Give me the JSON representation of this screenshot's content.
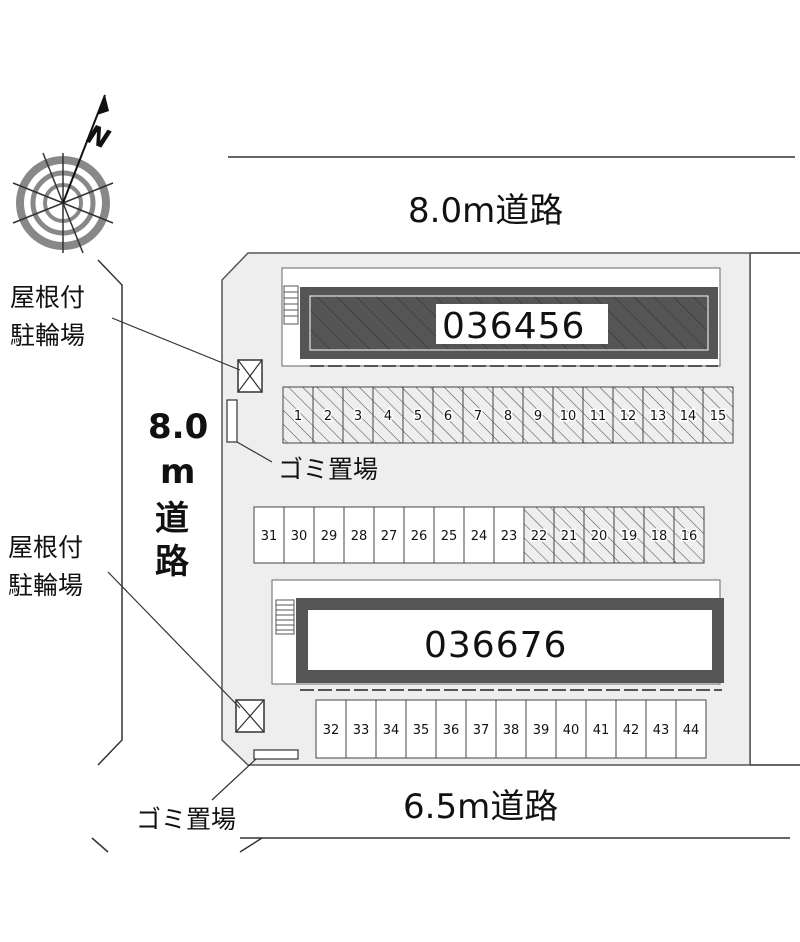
{
  "map": {
    "compass_label": "N",
    "roads": {
      "top": "8.0m道路",
      "bottom": "6.5m道路",
      "left_lines": [
        "8.0",
        "m",
        "道",
        "路"
      ]
    },
    "buildings": [
      {
        "id": "036456"
      },
      {
        "id": "036676"
      }
    ],
    "bike_parking_label_lines": [
      "屋根付",
      "駐輪場"
    ],
    "garbage_label": "ゴミ置場",
    "parking_rows": [
      {
        "spaces": [
          "1",
          "2",
          "3",
          "4",
          "5",
          "6",
          "7",
          "8",
          "9",
          "10",
          "11",
          "12",
          "13",
          "14",
          "15"
        ],
        "hatched": [
          "1",
          "2",
          "3",
          "4",
          "5",
          "6",
          "7",
          "8",
          "9",
          "10",
          "11",
          "12",
          "13",
          "14",
          "15"
        ]
      },
      {
        "spaces": [
          "31",
          "30",
          "29",
          "28",
          "27",
          "26",
          "25",
          "24",
          "23",
          "22",
          "21",
          "20",
          "19",
          "18",
          "16"
        ],
        "hatched": [
          "22",
          "21",
          "20",
          "19",
          "18",
          "16"
        ]
      },
      {
        "spaces": [
          "32",
          "33",
          "34",
          "35",
          "36",
          "37",
          "38",
          "39",
          "40",
          "41",
          "42",
          "43",
          "44"
        ],
        "hatched": []
      }
    ],
    "colors": {
      "lot_fill": "#eeeeee",
      "building_border": "#555555",
      "line": "#333333",
      "compass_gray": "#888888"
    }
  }
}
